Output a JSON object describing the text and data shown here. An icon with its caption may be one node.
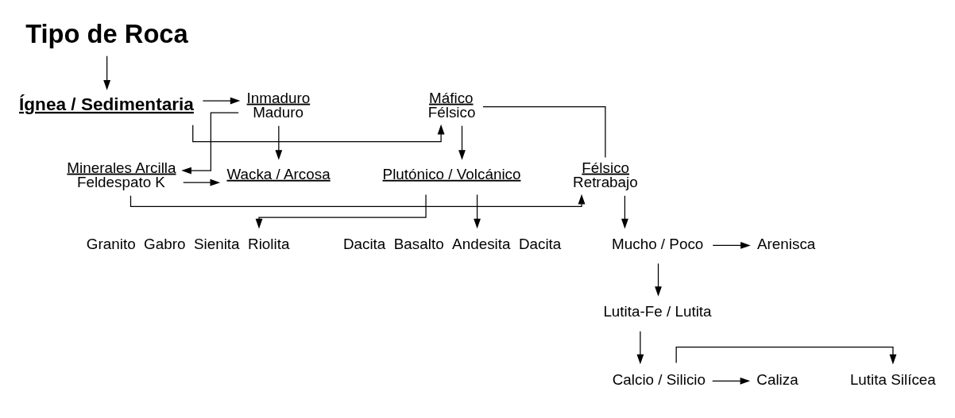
{
  "diagram": {
    "nodes": [
      {
        "text": [
          "Tipo de Roca"
        ]
      },
      {
        "text": [
          "Ígnea / Sedimentaria"
        ]
      },
      {
        "text": [
          "Máfico",
          "Félsico"
        ]
      },
      {
        "text": [
          "Inmaduro",
          "Maduro"
        ]
      },
      {
        "text": [
          "Wacka / Arcosa"
        ]
      },
      {
        "text": [
          "Plutónico / Volcánico"
        ]
      },
      {
        "text": [
          "Félsico",
          "Retrabajo"
        ]
      },
      {
        "text": [
          "Minerales Arcilla",
          "Feldespato K"
        ]
      },
      {
        "text": [
          "Granito  Gabro  Sienita  Riolita"
        ]
      },
      {
        "text": [
          "Dacita  Basalto  Andesita  Dacita"
        ]
      },
      {
        "text": [
          "Mucho / Poco"
        ]
      },
      {
        "text": [
          "Arenisca"
        ]
      },
      {
        "text": [
          "Lutita-Fe / Lutita"
        ]
      },
      {
        "text": [
          "Calcio / Silicio"
        ]
      },
      {
        "text": [
          "Caliza"
        ]
      },
      {
        "text": [
          "Lutita Silícea"
        ]
      }
    ],
    "edges": [
      {
        "from": 0,
        "to": 1,
        "arrow": "to"
      },
      {
        "from": 1,
        "to": 2,
        "arrow": "to"
      },
      {
        "from": 1,
        "to": 3,
        "arrow": "to"
      },
      {
        "from": 3,
        "to": 4,
        "arrow": "to"
      },
      {
        "from": 2,
        "to": 5,
        "arrow": "to"
      },
      {
        "from": 2,
        "to": 6,
        "arrow": "none"
      },
      {
        "from": 3,
        "to": 7,
        "arrow": "to"
      },
      {
        "from": 7,
        "to": 4,
        "arrow": "to"
      },
      {
        "from": 7,
        "to": 6,
        "arrow": "to"
      },
      {
        "from": 5,
        "to": 8,
        "arrow": "to"
      },
      {
        "from": 5,
        "to": 9,
        "arrow": "to"
      },
      {
        "from": 6,
        "to": 10,
        "arrow": "to"
      },
      {
        "from": 10,
        "to": 11,
        "arrow": "to"
      },
      {
        "from": 10,
        "to": 12,
        "arrow": "to"
      },
      {
        "from": 12,
        "to": 13,
        "arrow": "to"
      },
      {
        "from": 13,
        "to": 14,
        "arrow": "to"
      },
      {
        "from": 13,
        "to": 15,
        "arrow": "to"
      }
    ]
  }
}
